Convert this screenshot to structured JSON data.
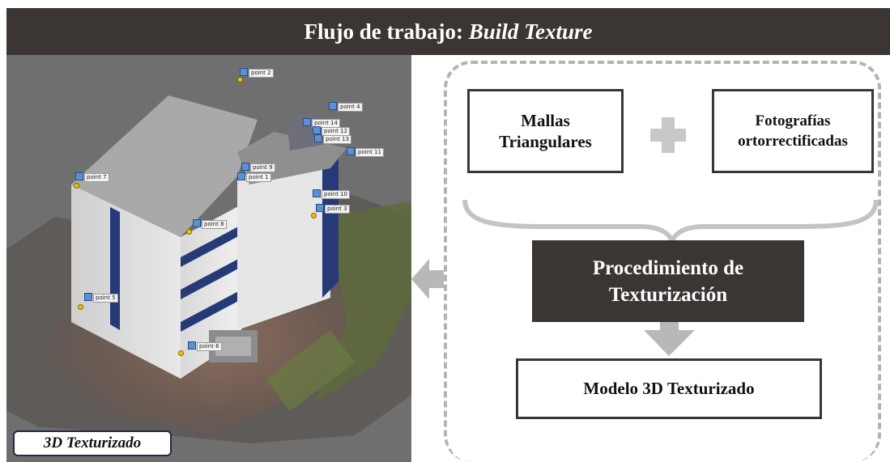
{
  "header": {
    "title_prefix": "Flujo de trabajo:",
    "title_emphasis": "Build Texture"
  },
  "model_view": {
    "caption": "3D Texturizado",
    "points": [
      "point 2",
      "point 4",
      "point 14",
      "point 12",
      "point 13",
      "point 11",
      "point 9",
      "point 1",
      "point 7",
      "point 10",
      "point 3",
      "point 8",
      "point 5",
      "point 6"
    ]
  },
  "diagram": {
    "mallas_line1": "Mallas",
    "mallas_line2": "Triangulares",
    "fotos_line1": "Fotografías",
    "fotos_line2": "ortorrectificadas",
    "procedimiento_line1": "Procedimiento de",
    "procedimiento_line2": "Texturización",
    "modelo": "Modelo 3D Texturizado"
  },
  "colors": {
    "header_bg": "#3b3534",
    "box_border": "#3b3534",
    "arrow": "#b8b8b8",
    "dashed_frame": "#b3b3b3"
  }
}
